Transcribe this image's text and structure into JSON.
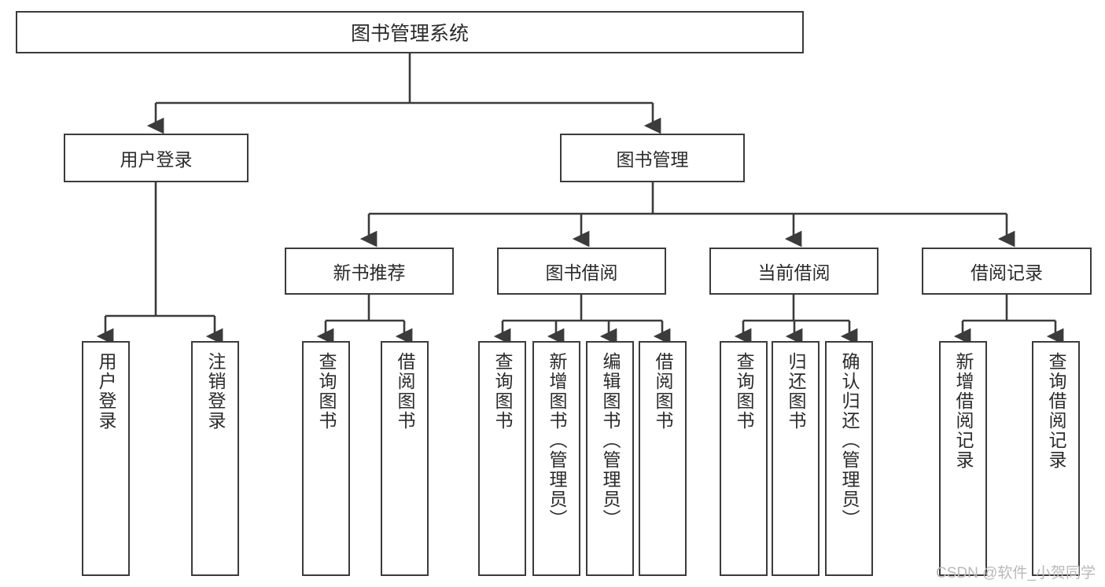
{
  "diagram": {
    "type": "tree-hierarchy",
    "title": "图书管理系统",
    "root": {
      "label": "图书管理系统"
    },
    "level2": [
      {
        "label": "用户登录"
      },
      {
        "label": "图书管理"
      }
    ],
    "level3": [
      {
        "label": "新书推荐"
      },
      {
        "label": "图书借阅"
      },
      {
        "label": "当前借阅"
      },
      {
        "label": "借阅记录"
      }
    ],
    "leaves": {
      "user_login": [
        {
          "label": "用户登录"
        },
        {
          "label": "注销登录"
        }
      ],
      "new_book_recommend": [
        {
          "label": "查询图书"
        },
        {
          "label": "借阅图书"
        }
      ],
      "book_borrow": [
        {
          "label": "查询图书"
        },
        {
          "label": "新增图书（管理员）"
        },
        {
          "label": "编辑图书（管理员）"
        },
        {
          "label": "借阅图书"
        }
      ],
      "current_borrow": [
        {
          "label": "查询图书"
        },
        {
          "label": "归还图书"
        },
        {
          "label": "确认归还（管理员）"
        }
      ],
      "borrow_record": [
        {
          "label": "新增借阅记录"
        },
        {
          "label": "查询借阅记录"
        }
      ]
    }
  },
  "watermark": {
    "text": "CSDN @软件_小贺同学"
  },
  "colors": {
    "border": "#3b3b3b",
    "text": "#2b2b2b",
    "background": "#ffffff",
    "watermark": "#b9b9b9"
  }
}
